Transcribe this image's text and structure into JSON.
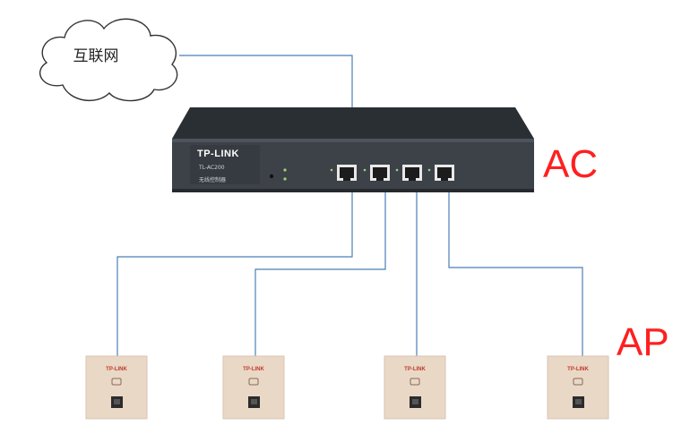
{
  "internet": {
    "label": "互联网"
  },
  "controller": {
    "brand": "TP-LINK",
    "model": "TL-AC200",
    "type": "无线控制器",
    "role_label": "AC"
  },
  "access_points": {
    "role_label": "AP",
    "brand": "TP-LINK",
    "count": 4
  },
  "colors": {
    "link_line": "#4a7fb8",
    "role_label": "#ff2020",
    "controller_body": "#3c4248",
    "ap_panel": "#e9d8c6"
  }
}
